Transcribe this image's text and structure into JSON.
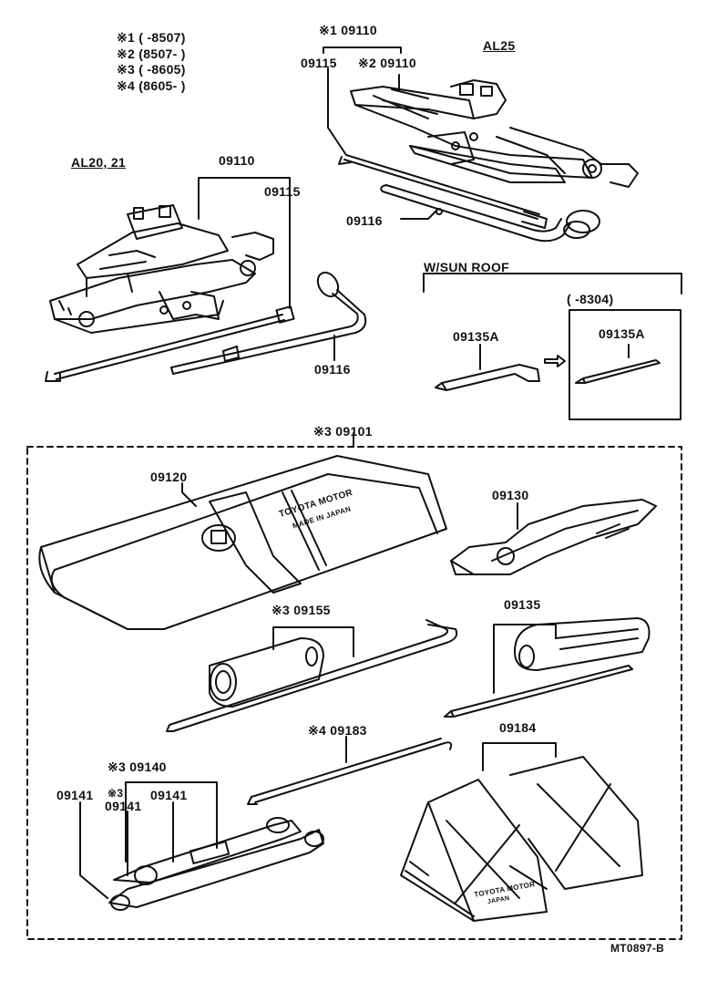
{
  "legend": {
    "n1": "※1 (      -8507)",
    "n2": "※2 (8507-      )",
    "n3": "※3 (      -8605)",
    "n4": "※4 (8605-      )"
  },
  "models": {
    "al25": "AL25",
    "al2021": "AL20, 21"
  },
  "parts": {
    "p09110_al25": "※1 09110",
    "p09115_al25": "09115",
    "p09110b_al25": "※2 09110",
    "p09116_al25": "09116",
    "p09110_al20": "09110",
    "p09115_al20": "09115",
    "p09116_al20": "09116",
    "sunroof": "W/SUN ROOF",
    "p8304": "(      -8304)",
    "p09135a_left": "09135A",
    "p09135a_right": "09135A",
    "p09101": "※3 09101",
    "p09120": "09120",
    "p09130": "09130",
    "p09155": "※3 09155",
    "p09135": "09135",
    "p09183": "※4 09183",
    "p09184": "09184",
    "p09140": "※3 09140",
    "p09141a": "09141",
    "p09141b_note": "※3",
    "p09141b": "09141",
    "p09141c": "09141",
    "footer": "MT0897-B"
  },
  "artwork_text": {
    "bag_brand": "TOYOTA MOTOR",
    "bag_sub": "MADE IN JAPAN",
    "chock_brand": "TOYOTA MOTOR",
    "chock_sub": "JAPAN"
  }
}
